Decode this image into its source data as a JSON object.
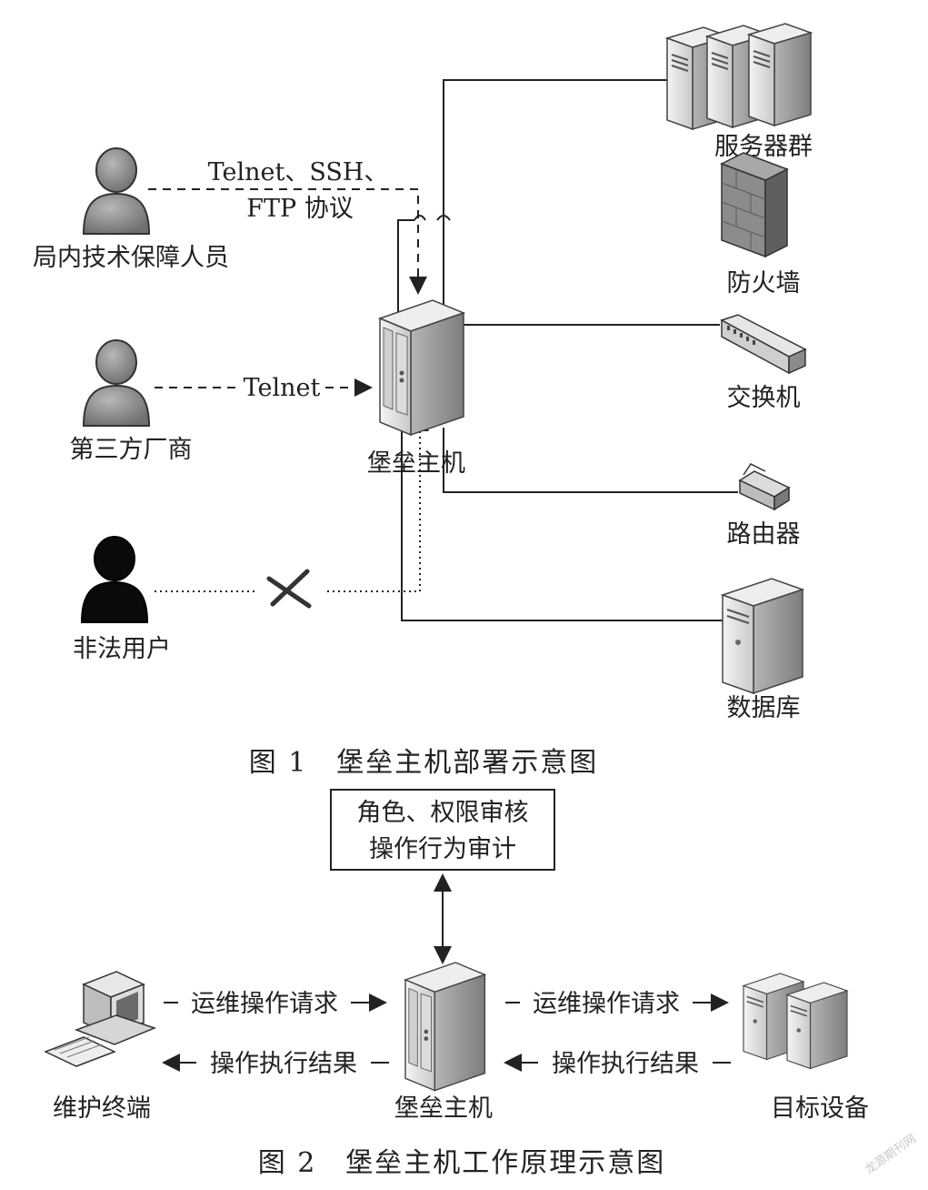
{
  "figure1": {
    "caption": "图 1　堡垒主机部署示意图",
    "users": {
      "staff": "局内技术保障人员",
      "vendor": "第三方厂商",
      "illegal": "非法用户"
    },
    "protocols": {
      "staff_line1": "Telnet、SSH、",
      "staff_line2": "FTP 协议",
      "vendor": "Telnet"
    },
    "center": "堡垒主机",
    "devices": {
      "servers": "服务器群",
      "firewall": "防火墙",
      "switch": "交换机",
      "router": "路由器",
      "database": "数据库"
    }
  },
  "figure2": {
    "caption": "图 2　堡垒主机工作原理示意图",
    "audit_line1": "角色、权限审核",
    "audit_line2": "操作行为审计",
    "left_request": "运维操作请求",
    "left_result": "操作执行结果",
    "right_request": "运维操作请求",
    "right_result": "操作执行结果",
    "terminal": "维护终端",
    "center": "堡垒主机",
    "target": "目标设备"
  },
  "watermark": "龙源期刊网",
  "colors": {
    "line": "#222222",
    "user_gray": "#8a8a8a",
    "user_black": "#0a0a0a",
    "server_light": "#e6e6e6",
    "server_dark": "#9a9a9a"
  }
}
